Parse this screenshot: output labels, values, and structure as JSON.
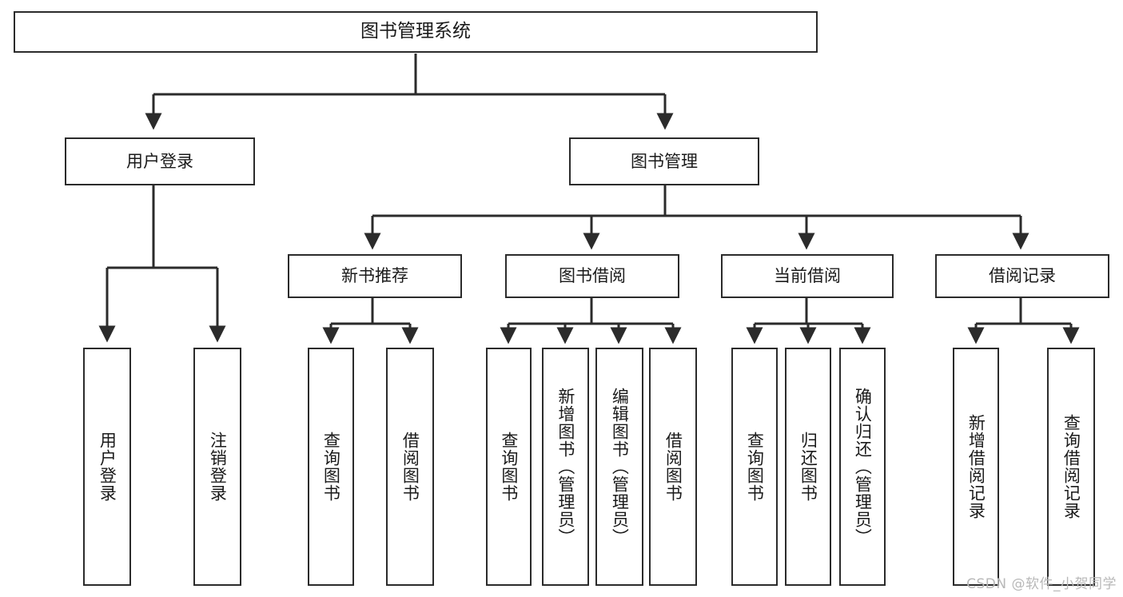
{
  "diagram": {
    "type": "tree",
    "title": "图书管理系统",
    "root": {
      "label": "图书管理系统"
    },
    "level1": [
      {
        "label": "用户登录"
      },
      {
        "label": "图书管理"
      }
    ],
    "level2": [
      {
        "label": "新书推荐"
      },
      {
        "label": "图书借阅"
      },
      {
        "label": "当前借阅"
      },
      {
        "label": "借阅记录"
      }
    ],
    "leaves": {
      "user_login": [
        {
          "label": "用户登录"
        },
        {
          "label": "注销登录"
        }
      ],
      "new_book_recommend": [
        {
          "label": "查询图书"
        },
        {
          "label": "借阅图书"
        }
      ],
      "book_borrow": [
        {
          "label": "查询图书"
        },
        {
          "label": "新增图书（管理员）"
        },
        {
          "label": "编辑图书（管理员）"
        },
        {
          "label": "借阅图书"
        }
      ],
      "current_borrow": [
        {
          "label": "查询图书"
        },
        {
          "label": "归还图书"
        },
        {
          "label": "确认归还（管理员）"
        }
      ],
      "borrow_records": [
        {
          "label": "新增借阅记录"
        },
        {
          "label": "查询借阅记录"
        }
      ]
    }
  },
  "watermark": {
    "text": "CSDN @软件_小贺同学"
  },
  "colors": {
    "stroke": "#2b2b2b",
    "fill": "#ffffff",
    "text": "#1a1a1a",
    "watermark": "#b8b8b8"
  }
}
